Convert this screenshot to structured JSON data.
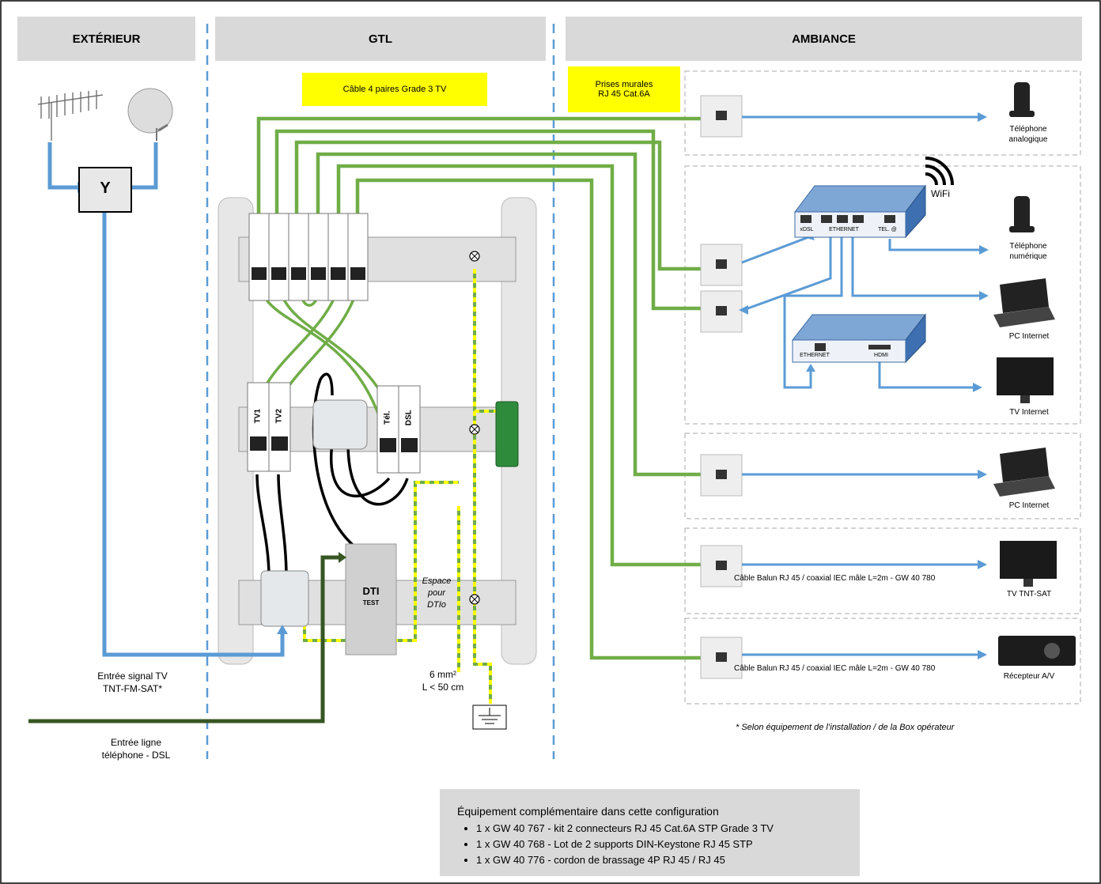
{
  "headers": {
    "exterior": "EXTÉRIEUR",
    "gtl": "GTL",
    "ambiance": "AMBIANCE"
  },
  "labels": {
    "cable_gtl": "Câble 4 paires Grade 3 TV",
    "prises_line1": "Prises murales",
    "prises_line2": "RJ 45 Cat.6A",
    "y_splitter": "Y",
    "tv1": "TV1",
    "tv2": "TV2",
    "tel": "Tél.",
    "dsl": "DSL",
    "dti": "DTI",
    "test": "TEST",
    "espace_line1": "Espace",
    "espace_line2": "pour",
    "espace_line3": "DTIo",
    "section_line1": "6 mm²",
    "section_line2": "L < 50 cm",
    "entree_tv_line1": "Entrée signal TV",
    "entree_tv_line2": "TNT-FM-SAT*",
    "entree_tel_line1": "Entrée ligne",
    "entree_tel_line2": "téléphone - DSL",
    "box_xdsl": "xDSL",
    "box_ethernet": "ETHERNET",
    "box_tel": "TEL. @",
    "box_wifi": "WiFi",
    "tvbox_ethernet": "ETHERNET",
    "tvbox_hdmi": "HDMI",
    "cable_balun_1": "Câble Balun RJ 45 / coaxial IEC mâle L=2m - GW 40 780",
    "cable_balun_2": "Câble Balun RJ 45 / coaxial IEC mâle L=2m - GW 40 780",
    "note": "* Selon équipement de l’installation / de la Box opérateur"
  },
  "devices": {
    "tel_analog_1": "Téléphone",
    "tel_analog_2": "analogique",
    "tel_num_1": "Téléphone",
    "tel_num_2": "numérique",
    "pc1": "PC Internet",
    "tv_internet": "TV Internet",
    "pc2": "PC Internet",
    "tv_tnt": "TV TNT-SAT",
    "recepteur": "Récepteur A/V"
  },
  "equipment": {
    "title": "Équipement complémentaire dans cette configuration",
    "items": [
      "1 x GW 40 767 - kit 2 connecteurs RJ 45 Cat.6A STP Grade 3 TV",
      "1 x GW 40 768 - Lot de 2 supports DIN-Keystone RJ 45 STP",
      "1 x GW 40 776 - cordon de brassage 4P RJ 45 / RJ 45"
    ]
  },
  "colors": {
    "green": "#70ad47",
    "blue": "#5b9bd5",
    "darkgreen": "#375623",
    "yellow": "#ffff00",
    "gray": "#d9d9d9"
  }
}
